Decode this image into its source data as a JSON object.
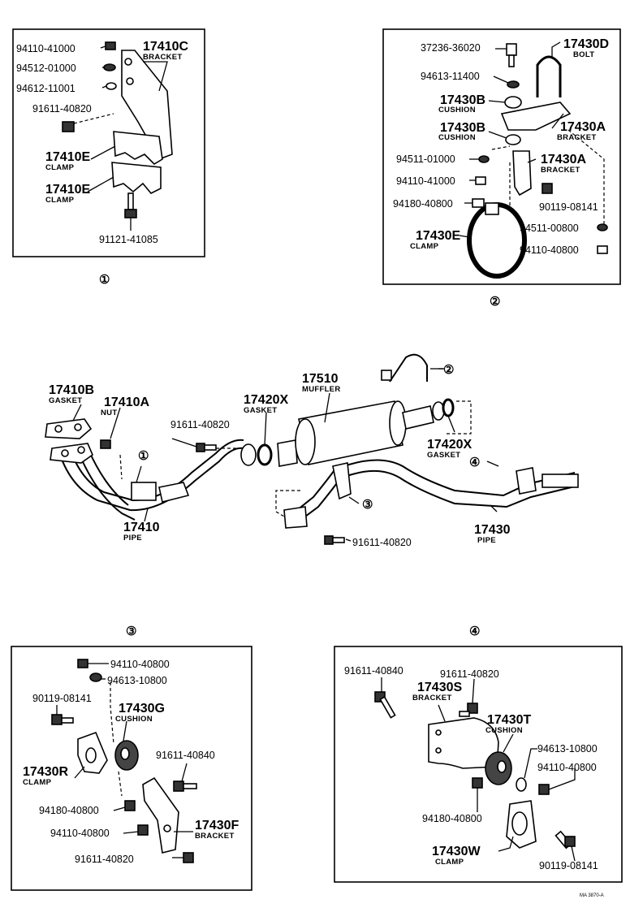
{
  "panel1": {
    "number": "①",
    "labels": {
      "p94110_41000": "94110-41000",
      "p94512_01000": "94512-01000",
      "p94612_11001": "94612-11001",
      "p91611_40820": "91611-40820",
      "p91121_41085": "91121-41085",
      "bracket_code": "17410C",
      "bracket_desc": "BRACKET",
      "clamp1_code": "17410E",
      "clamp1_desc": "CLAMP",
      "clamp2_code": "17410E",
      "clamp2_desc": "CLAMP"
    }
  },
  "panel2": {
    "number": "②",
    "labels": {
      "p37236_36020": "37236-36020",
      "p94613_11400": "94613-11400",
      "p94511_01000": "94511-01000",
      "p94110_41000": "94110-41000",
      "p94180_40800": "94180-40800",
      "p90119_08141": "90119-08141",
      "p94511_00800": "94511-00800",
      "p94110_40800": "94110-40800",
      "bolt_code": "17430D",
      "bolt_desc": "BOLT",
      "cushion1_code": "17430B",
      "cushion1_desc": "CUSHION",
      "cushion2_code": "17430B",
      "cushion2_desc": "CUSHION",
      "bracket1_code": "17430A",
      "bracket1_desc": "BRACKET",
      "bracket2_code": "17430A",
      "bracket2_desc": "BRACKET",
      "clamp_code": "17430E",
      "clamp_desc": "CLAMP"
    }
  },
  "main": {
    "labels": {
      "gasket_b_code": "17410B",
      "gasket_b_desc": "GASKET",
      "nut_code": "17410A",
      "nut_desc": "NUT",
      "p91611_40820_a": "91611-40820",
      "gasket_x1_code": "17420X",
      "gasket_x1_desc": "GASKET",
      "muffler_code": "17510",
      "muffler_desc": "MUFFLER",
      "gasket_x2_code": "17420X",
      "gasket_x2_desc": "GASKET",
      "pipe1_code": "17410",
      "pipe1_desc": "PIPE",
      "pipe2_code": "17430",
      "pipe2_desc": "PIPE",
      "p91611_40820_b": "91611-40820"
    },
    "callouts": {
      "c1": "①",
      "c2": "②",
      "c3": "③",
      "c4": "④"
    }
  },
  "panel3": {
    "number": "③",
    "labels": {
      "p94110_40800_a": "94110-40800",
      "p94613_10800": "94613-10800",
      "p90119_08141": "90119-08141",
      "p91611_40840": "91611-40840",
      "p94180_40800": "94180-40800",
      "p94110_40800_b": "94110-40800",
      "p91611_40820": "91611-40820",
      "cushion_code": "17430G",
      "cushion_desc": "CUSHION",
      "clamp_code": "17430R",
      "clamp_desc": "CLAMP",
      "bracket_code": "17430F",
      "bracket_desc": "BRACKET"
    }
  },
  "panel4": {
    "number": "④",
    "labels": {
      "p91611_40840": "91611-40840",
      "p91611_40820": "91611-40820",
      "p94613_10800": "94613-10800",
      "p94110_40800": "94110-40800",
      "p94180_40800": "94180-40800",
      "p90119_08141": "90119-08141",
      "bracket_code": "17430S",
      "bracket_desc": "BRACKET",
      "cushion_code": "17430T",
      "cushion_desc": "CUSHION",
      "clamp_code": "17430W",
      "clamp_desc": "CLAMP"
    }
  },
  "footer": {
    "ref": "MA 3870-A"
  }
}
